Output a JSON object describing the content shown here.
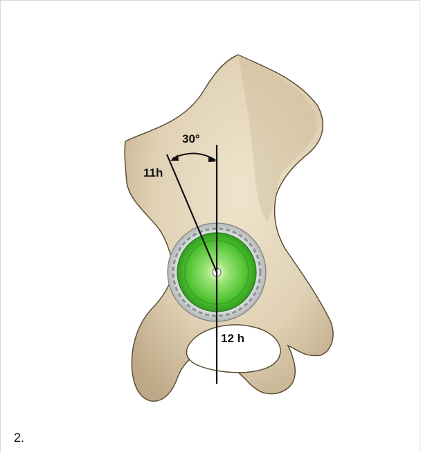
{
  "figure": {
    "number": "2.",
    "labels": {
      "angle": "30°",
      "hour_11": "11h",
      "hour_12": "12 h"
    }
  },
  "colors": {
    "bone": "#e4d6bb",
    "bone_shadow": "#b9a888",
    "cup_green": "#3fae2a",
    "cup_green_light": "#8ee06a",
    "shell_grey": "#c7c9c9",
    "line": "#111111"
  }
}
